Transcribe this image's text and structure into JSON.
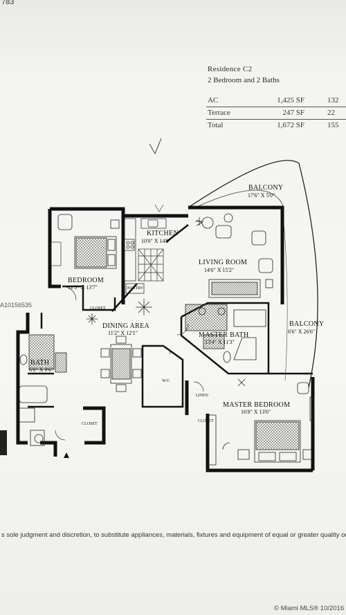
{
  "header": {
    "corner_number": "783",
    "residence": "Residence C2",
    "subtitle": "2 Bedroom and 2 Baths"
  },
  "areas": [
    {
      "label": "AC",
      "sf": "1,425 SF",
      "extra": "132"
    },
    {
      "label": "Terrace",
      "sf": "247 SF",
      "extra": "22"
    },
    {
      "label": "Total",
      "sf": "1,672 SF",
      "extra": "155"
    }
  ],
  "rooms": {
    "balcony_top": {
      "name": "BALCONY",
      "dims": "17'6\" X 5'0\""
    },
    "kitchen": {
      "name": "KITCHEN",
      "dims": "10'0\" X 14'0\""
    },
    "pantry": {
      "name": "PANTRY"
    },
    "bedroom": {
      "name": "BEDROOM",
      "dims": "11'5\" X 13'7\""
    },
    "closet_bedroom": {
      "name": "CLOSET"
    },
    "living_room": {
      "name": "LIVING ROOM",
      "dims": "14'6\" X 15'2\""
    },
    "dining_area": {
      "name": "DINING AREA",
      "dims": "11'2\" X 12'1\""
    },
    "master_bath": {
      "name": "MASTER BATH",
      "dims": "13'4\" X 11'3\""
    },
    "balcony_side": {
      "name": "BALCONY",
      "dims": "6'6\" X 26'6\""
    },
    "bath": {
      "name": "BATH",
      "dims": "6'0\" X 9'6\""
    },
    "wic": {
      "name": "W/C"
    },
    "linen": {
      "name": "LINEN"
    },
    "closet_hall": {
      "name": "CLOSET"
    },
    "closet_master": {
      "name": "CLOSET"
    },
    "master_bedroom": {
      "name": "MASTER BEDROOM",
      "dims": "16'8\" X 13'6\""
    }
  },
  "watermark": "A10156535",
  "footnote": "s sole judgment and discretion, to substitute appliances, materials, fixtures and equipment of equal or greater quality or value fo",
  "mls_stamp": "© Miami MLS® 10/2016"
}
